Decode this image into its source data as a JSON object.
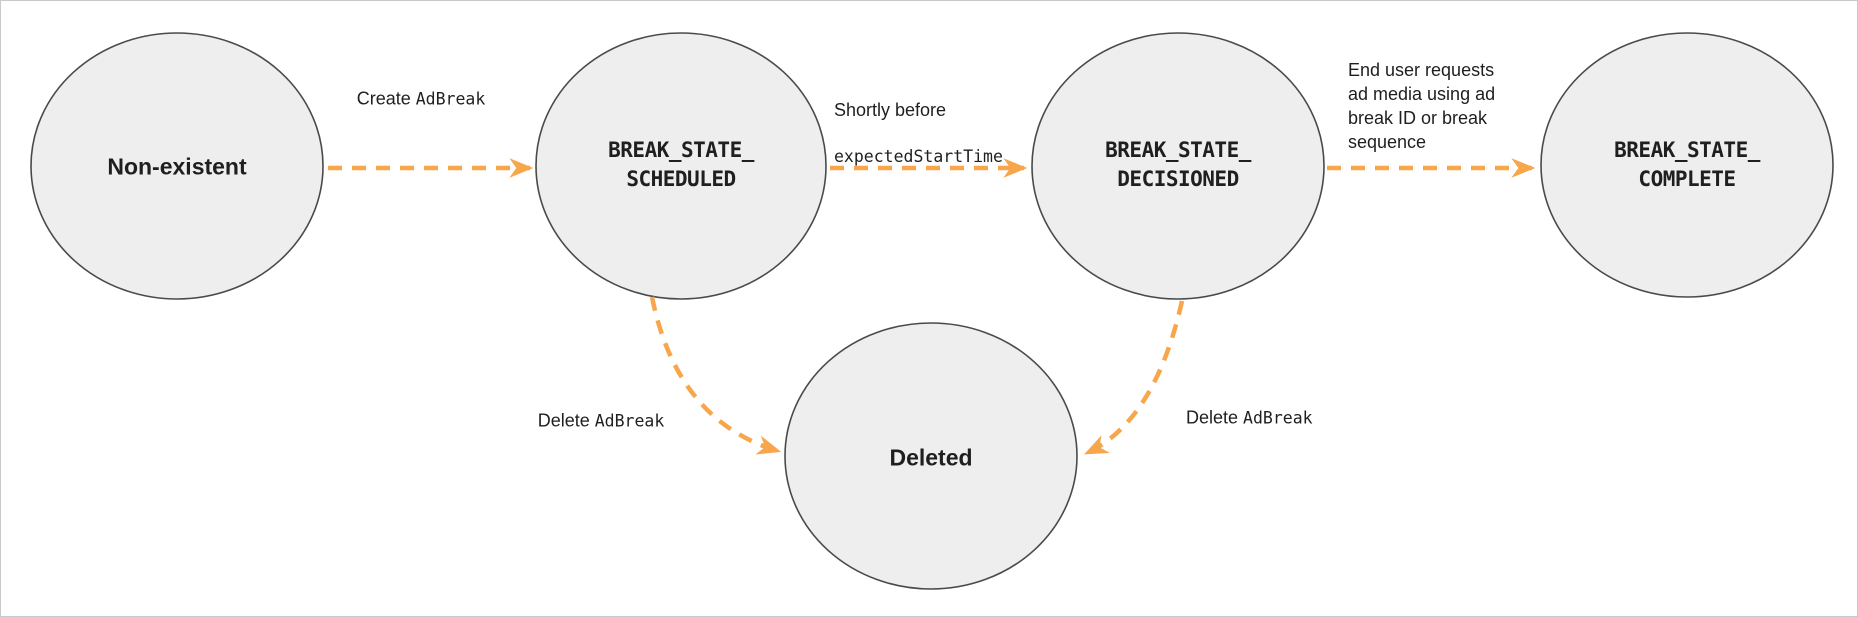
{
  "diagram": {
    "colors": {
      "node_fill": "#eeeeee",
      "node_stroke": "#4a4a4a",
      "arrow": "#f7a64b",
      "text": "#1f1f1f"
    },
    "nodes": [
      {
        "id": "non-existent",
        "label": "Non-existent"
      },
      {
        "id": "break-state-scheduled",
        "label": "BREAK_STATE_\nSCHEDULED"
      },
      {
        "id": "break-state-decisioned",
        "label": "BREAK_STATE_\nDECISIONED"
      },
      {
        "id": "break-state-complete",
        "label": "BREAK_STATE_\nCOMPLETE"
      },
      {
        "id": "deleted",
        "label": "Deleted"
      }
    ],
    "edges": [
      {
        "from": "non-existent",
        "to": "break-state-scheduled",
        "label_plain": "Create",
        "label_code": "AdBreak"
      },
      {
        "from": "break-state-scheduled",
        "to": "break-state-decisioned",
        "label_plain": "Shortly before",
        "label_code": "expectedStartTime"
      },
      {
        "from": "break-state-decisioned",
        "to": "break-state-complete",
        "label_plain": "End user requests\nad media using ad\nbreak ID or break\nsequence",
        "label_code": ""
      },
      {
        "from": "break-state-scheduled",
        "to": "deleted",
        "label_plain": "Delete",
        "label_code": "AdBreak"
      },
      {
        "from": "break-state-decisioned",
        "to": "deleted",
        "label_plain": "Delete",
        "label_code": "AdBreak"
      }
    ]
  }
}
